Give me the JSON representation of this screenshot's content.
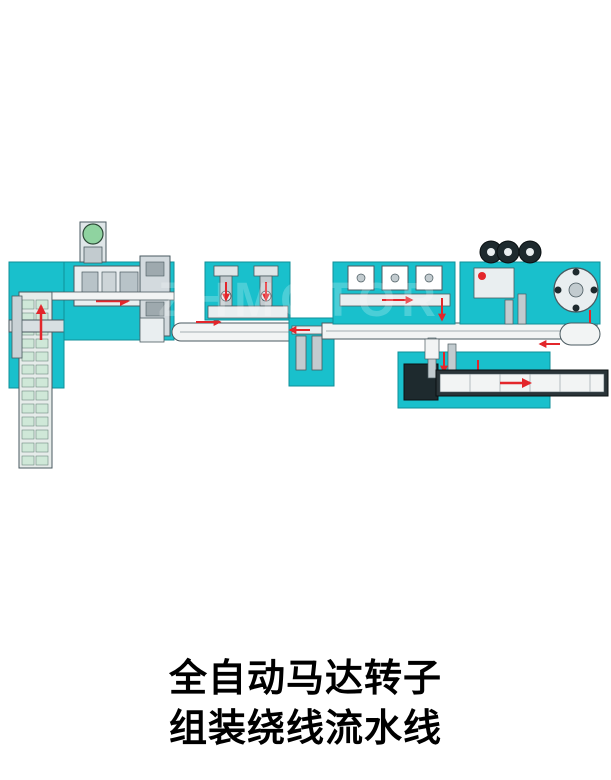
{
  "caption": {
    "line1": "全自动马达转子",
    "line2": "组装绕线流水线"
  },
  "colors": {
    "station_fill": "#19c0cc",
    "station_stroke": "#0f8f99",
    "machine_fill": "#e9eef0",
    "machine_stroke": "#4a5a60",
    "conveyor_fill": "#f2f4f4",
    "flow_arrow": "#e3262b",
    "dark": "#1e2a2e",
    "feeder_green": "#8fd3a0"
  },
  "watermark": "ZHMOTOR"
}
